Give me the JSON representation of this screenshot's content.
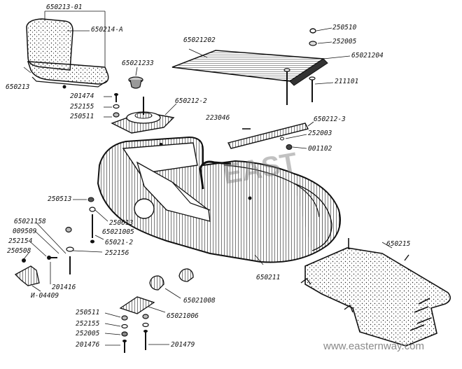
{
  "labels": {
    "l650213_01": "650213-01",
    "l650214_a": "650214-А",
    "l650213": "650213",
    "l650212_02": "65021202",
    "l250510": "250510",
    "l252005_top": "252005",
    "l650212_04": "65021204",
    "l211101": "211101",
    "l650212_33": "65021233",
    "l201474": "201474",
    "l252155_top": "252155",
    "l250511_top": "250511",
    "l650212_2": "650212-2",
    "l223046": "223046",
    "l650212_3": "650212-3",
    "l252003": "252003",
    "l001102": "001102",
    "l250513": "250513",
    "l250613": "250613",
    "l65021005": "65021005",
    "l65021_2": "65021-2",
    "l252156": "252156",
    "l65021158": "65021158",
    "l009509": "009509",
    "l252154": "252154",
    "l250508": "250508",
    "l201416": "201416",
    "l_04409": "И-04409",
    "l650211": "650211",
    "l650215": "650215",
    "l65021008": "65021008",
    "l65021006": "65021006",
    "l250511_bot": "250511",
    "l252155_bot": "252155",
    "l252005_bot": "252005",
    "l201476": "201476",
    "l201479": "201479"
  },
  "watermark": {
    "url": "www.easternway.com",
    "stamp": "EAST"
  },
  "colors": {
    "ink": "#111111",
    "watermark": "#8a8a8a"
  }
}
